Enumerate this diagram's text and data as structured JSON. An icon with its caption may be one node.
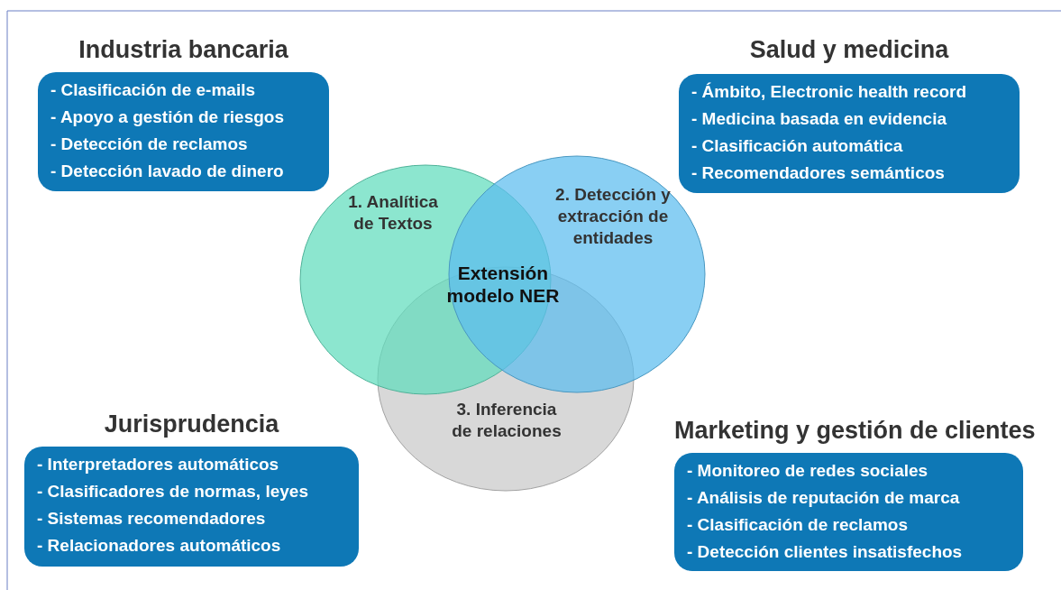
{
  "diagram": {
    "nodes": [
      {
        "text": [
          "Industria bancaria",
          "- Clasificación de e-mails",
          "- Apoyo a gestión de riesgos",
          "- Detección de reclamos",
          "- Detección lavado de dinero"
        ]
      },
      {
        "text": [
          "Salud y medicina",
          "- Ámbito, Electronic health record",
          "- Medicina basada en evidencia",
          "- Clasificación automática",
          "- Recomendadores semánticos"
        ]
      },
      {
        "text": [
          "1. Analítica de Textos"
        ]
      },
      {
        "text": [
          "2. Detección y extracción de entidades"
        ]
      },
      {
        "text": [
          "3. Inferencia de relaciones"
        ]
      },
      {
        "text": [
          "Jurisprudencia",
          "- Interpretadores automáticos",
          "- Clasificadores de normas, leyes",
          "- Sistemas recomendadores",
          "- Relacionadores automáticos"
        ]
      },
      {
        "text": [
          "Marketing y gestión de clientes",
          "- Monitoreo de redes sociales",
          "- Análisis de reputación de marca",
          "- Clasificación de reclamos",
          "- Detección clientes insatisfechos"
        ]
      }
    ],
    "edges": [],
    "labels": [
      "Extensión modelo NER"
    ]
  }
}
